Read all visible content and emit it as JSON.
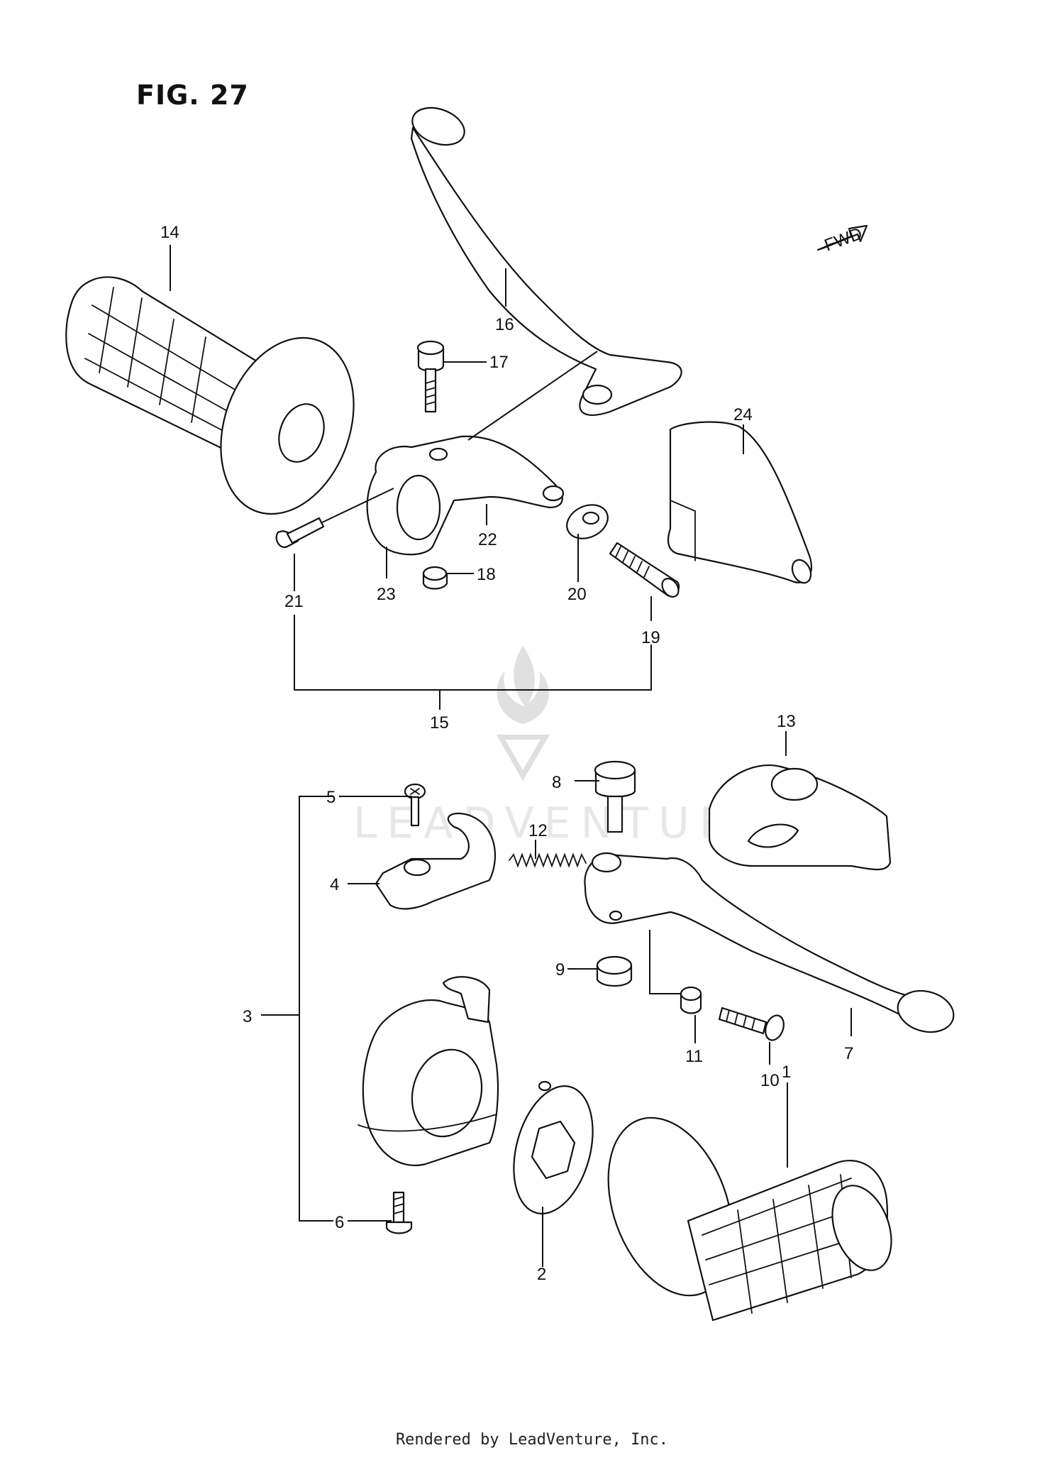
{
  "figure": {
    "title": "FIG. 27"
  },
  "direction_marker": {
    "label": "FWD"
  },
  "watermark": {
    "text": "LEADVENTURE"
  },
  "footer": {
    "text": "Rendered by LeadVenture, Inc."
  },
  "callouts": {
    "c1": "1",
    "c2": "2",
    "c3": "3",
    "c4": "4",
    "c5": "5",
    "c6": "6",
    "c7": "7",
    "c8": "8",
    "c9": "9",
    "c10": "10",
    "c11": "11",
    "c12": "12",
    "c13": "13",
    "c14": "14",
    "c15": "15",
    "c16": "16",
    "c17": "17",
    "c18": "18",
    "c19": "19",
    "c20": "20",
    "c21": "21",
    "c22": "22",
    "c23": "23",
    "c24": "24"
  }
}
